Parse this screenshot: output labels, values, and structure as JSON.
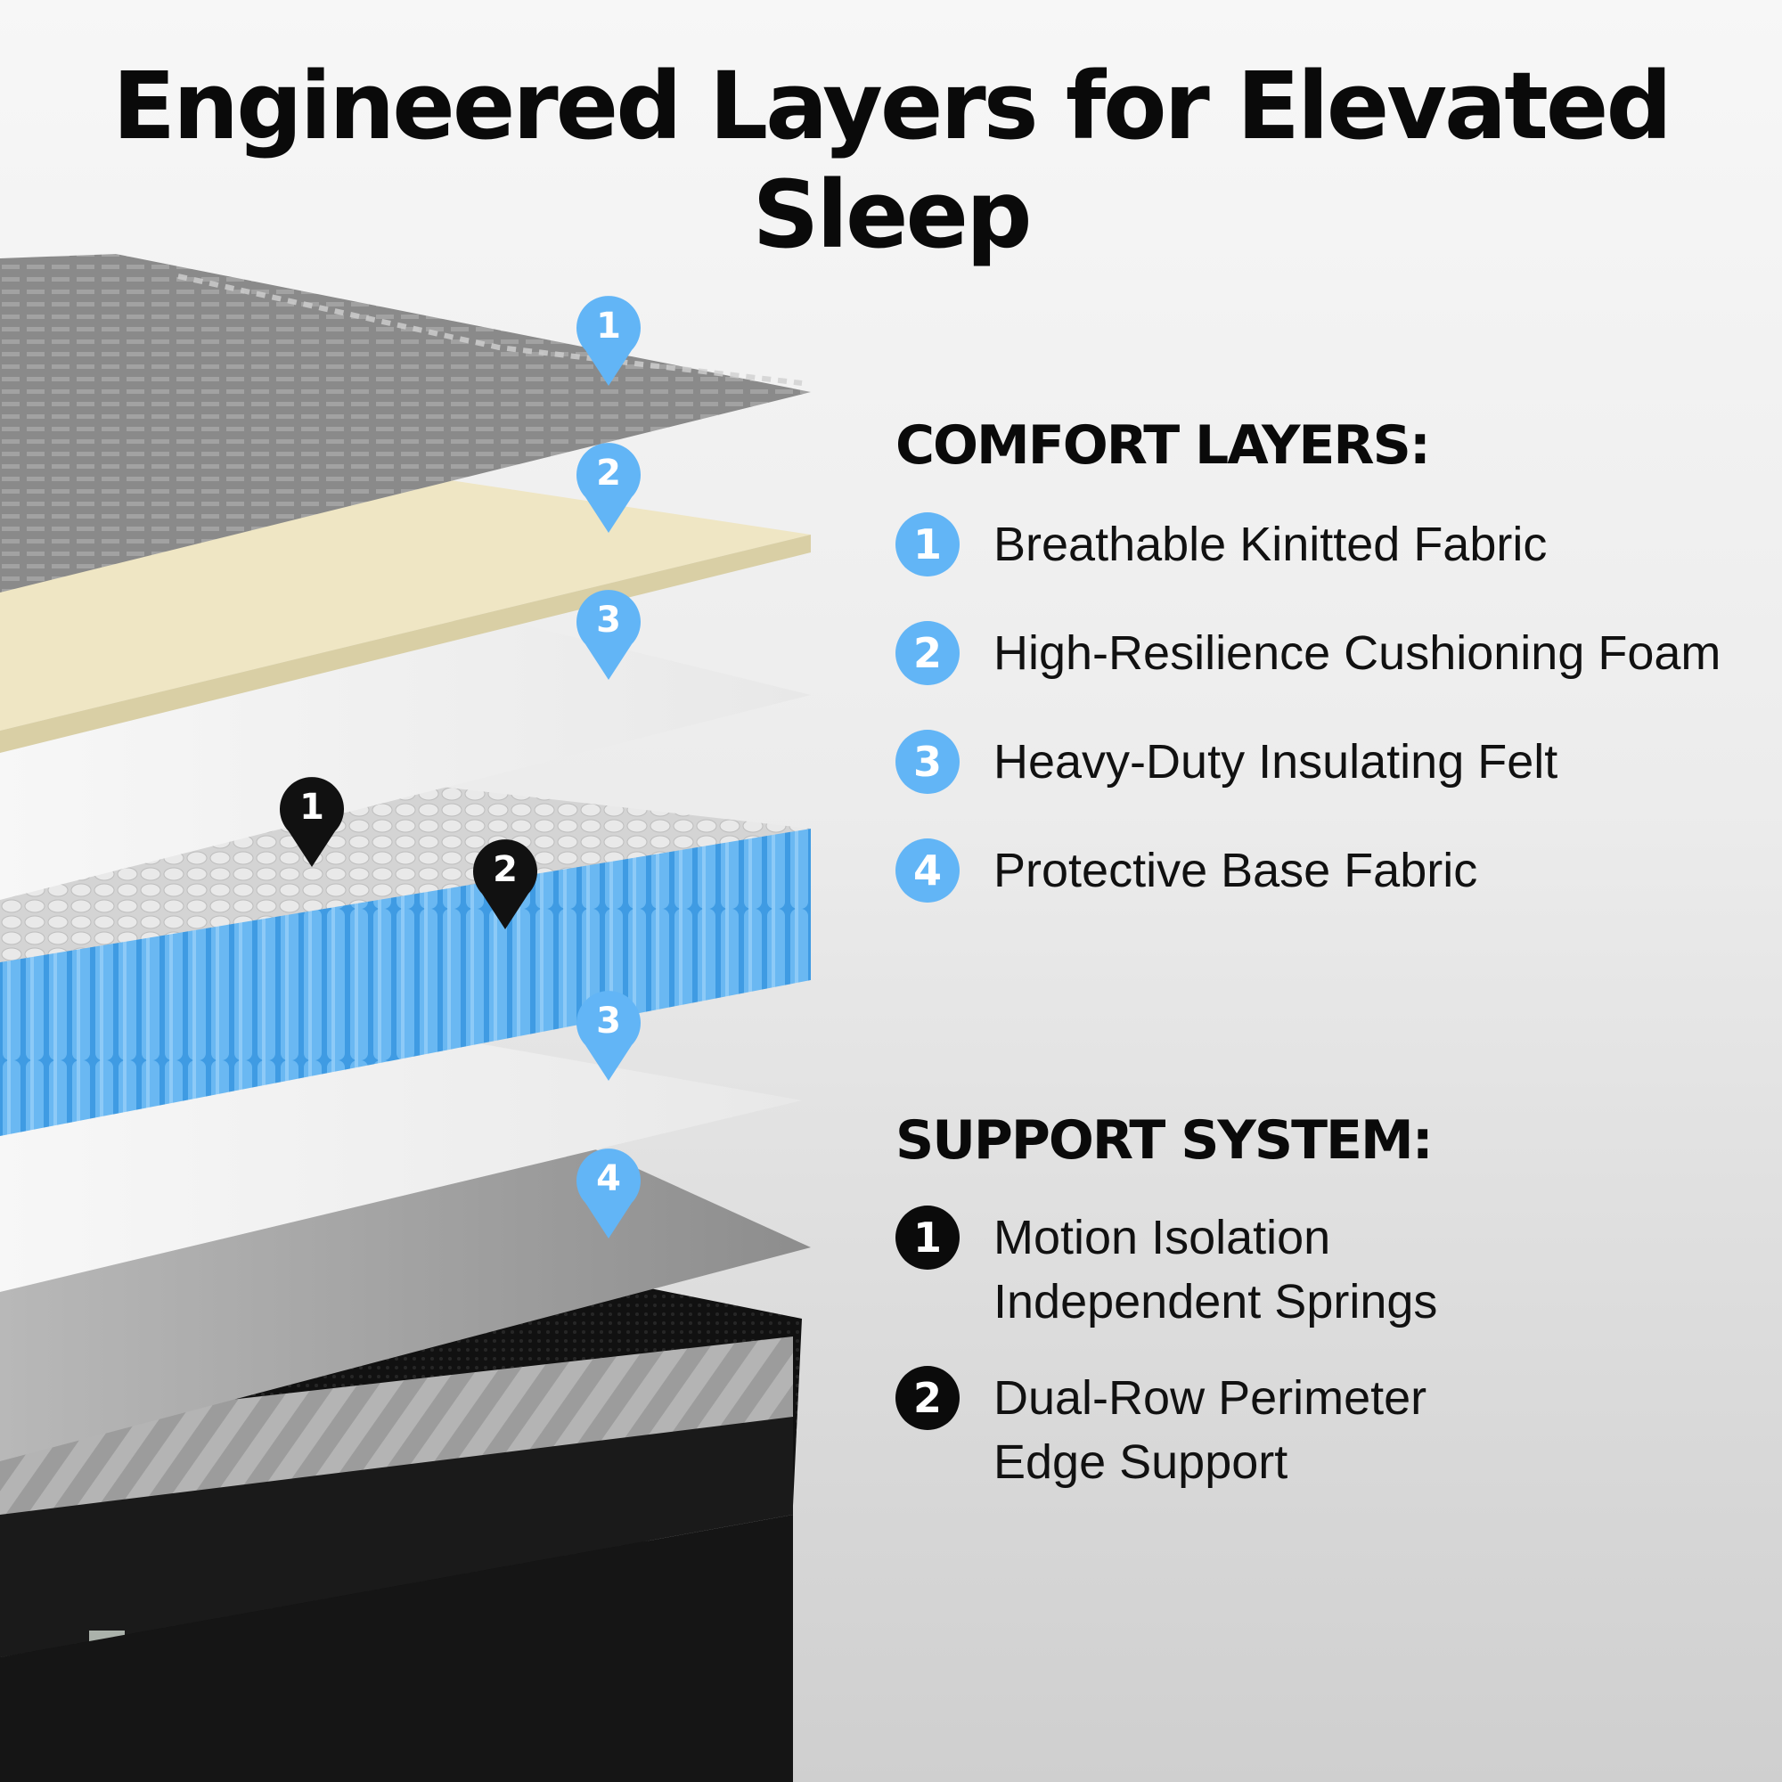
{
  "title": "Engineered Layers for Elevated Sleep",
  "comfort": {
    "heading": "COMFORT LAYERS:",
    "items": [
      {
        "number": "1",
        "label": "Breathable Kinitted Fabric"
      },
      {
        "number": "2",
        "label": "High-Resilience Cushioning Foam"
      },
      {
        "number": "3",
        "label": "Heavy-Duty Insulating Felt"
      },
      {
        "number": "4",
        "label": "Protective Base Fabric"
      }
    ]
  },
  "support": {
    "heading": "SUPPORT SYSTEM:",
    "items": [
      {
        "number": "1",
        "line1": "Motion Isolation",
        "line2": "Independent Springs"
      },
      {
        "number": "2",
        "line1": "Dual-Row Perimeter",
        "line2": "Edge Support"
      }
    ]
  },
  "pins": {
    "fabric": "1",
    "foam": "2",
    "felt_top": "3",
    "springs": "1",
    "edge": "2",
    "felt_bottom": "3",
    "base": "4"
  },
  "colors": {
    "comfort_badge": "#62b5f6",
    "support_badge": "#0b0b0b",
    "spring_blue": "#4aa3e8",
    "foam": "#efe6c4",
    "fabric": "#8c8c8c"
  }
}
